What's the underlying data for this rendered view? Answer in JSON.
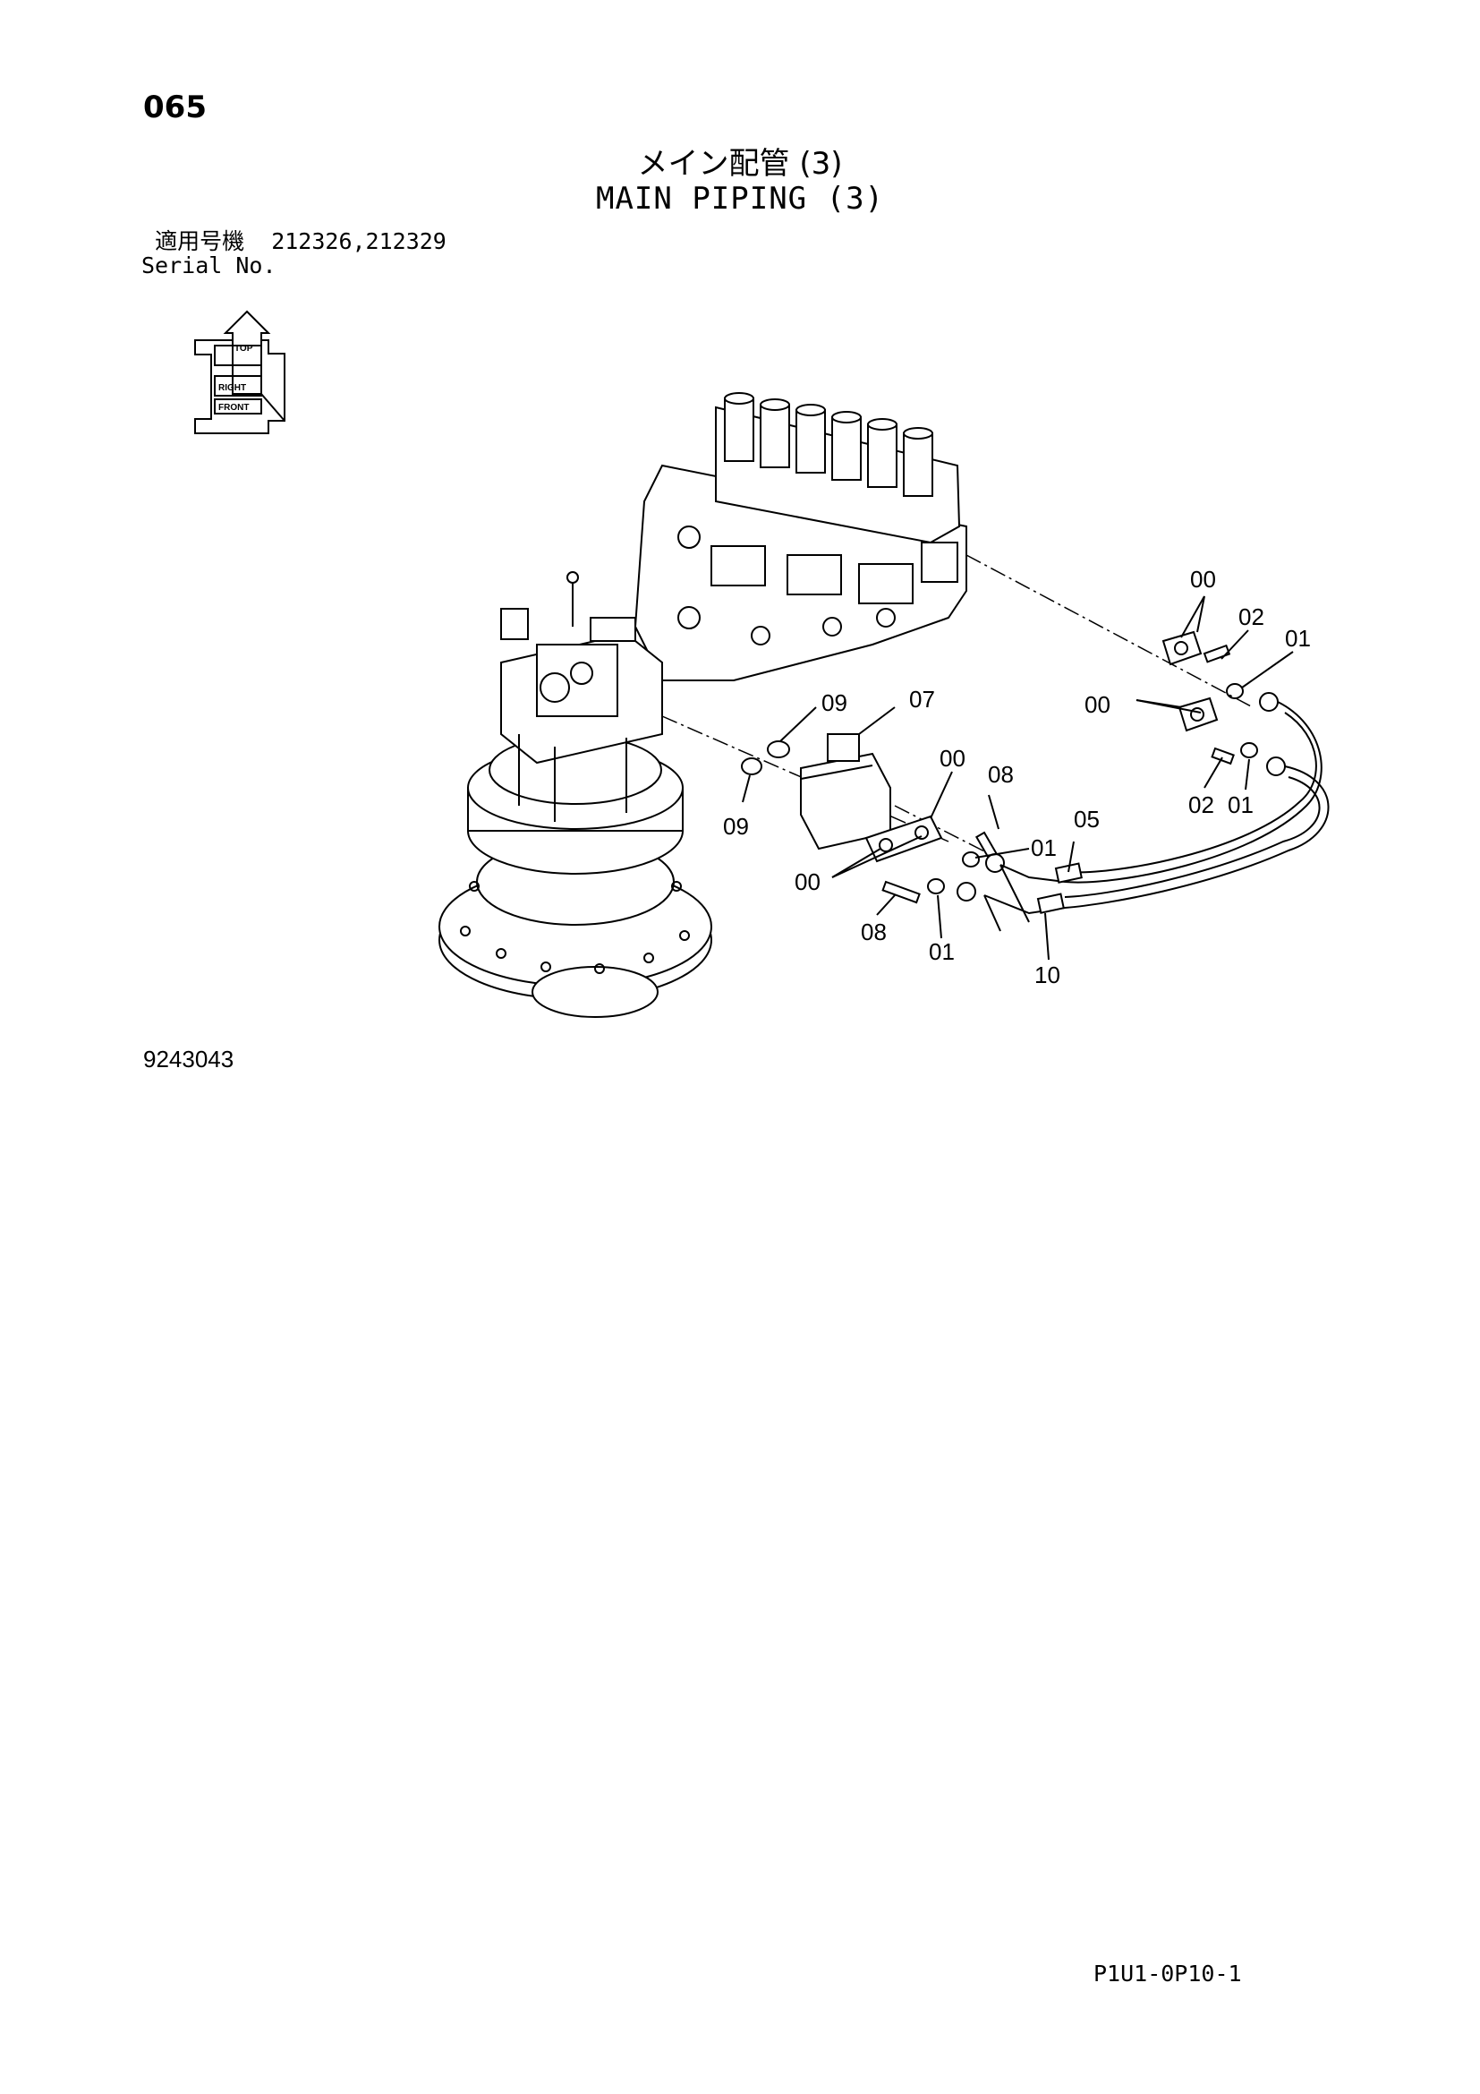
{
  "header": {
    "page_number": "065",
    "title_jp": "メイン配管 (3)",
    "title_en": "MAIN PIPING (3)",
    "serial_label_jp": "適用号機",
    "serial_numbers": "212326,212329",
    "serial_label_en": "Serial No."
  },
  "orientation": {
    "top": "TOP",
    "right": "RIGHT",
    "front": "FRONT"
  },
  "callouts": {
    "c00_a": "00",
    "c02_a": "02",
    "c01_a": "01",
    "c00_b": "00",
    "c02_b": "02",
    "c01_b": "01",
    "c09_a": "09",
    "c07": "07",
    "c09_b": "09",
    "c00_c": "00",
    "c08_a": "08",
    "c01_c": "01",
    "c05": "05",
    "c00_d": "00",
    "c08_b": "08",
    "c01_d": "01",
    "c10": "10"
  },
  "footer": {
    "drawing_id": "9243043",
    "page_code": "P1U1-0P10-1"
  }
}
